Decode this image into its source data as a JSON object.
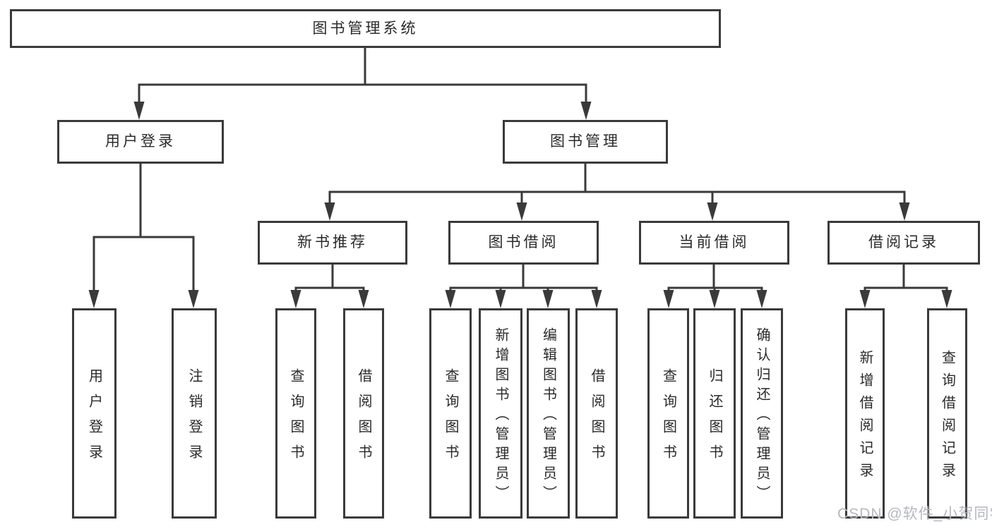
{
  "tree": {
    "root": {
      "label": "图书管理系统"
    },
    "branches": [
      {
        "label": "用户登录",
        "children": [
          {
            "label": "用户登录"
          },
          {
            "label": "注销登录"
          }
        ]
      },
      {
        "label": "图书管理",
        "children": [
          {
            "label": "新书推荐",
            "children": [
              {
                "label": "查询图书"
              },
              {
                "label": "借阅图书"
              }
            ]
          },
          {
            "label": "图书借阅",
            "children": [
              {
                "label": "查询图书"
              },
              {
                "label": "新增图书（管理员）"
              },
              {
                "label": "编辑图书（管理员）"
              },
              {
                "label": "借阅图书"
              }
            ]
          },
          {
            "label": "当前借阅",
            "children": [
              {
                "label": "查询图书"
              },
              {
                "label": "归还图书"
              },
              {
                "label": "确认归还（管理员）"
              }
            ]
          },
          {
            "label": "借阅记录",
            "children": [
              {
                "label": "新增借阅记录"
              },
              {
                "label": "查询借阅记录"
              }
            ]
          }
        ]
      }
    ]
  },
  "watermark": {
    "text": "CSDN @软件_小贺同学"
  },
  "colors": {
    "line": "#3a3a3a",
    "box_border": "#3a3a3a",
    "text": "#2a2a2a",
    "watermark": "#b4b8be",
    "background": "#ffffff"
  }
}
